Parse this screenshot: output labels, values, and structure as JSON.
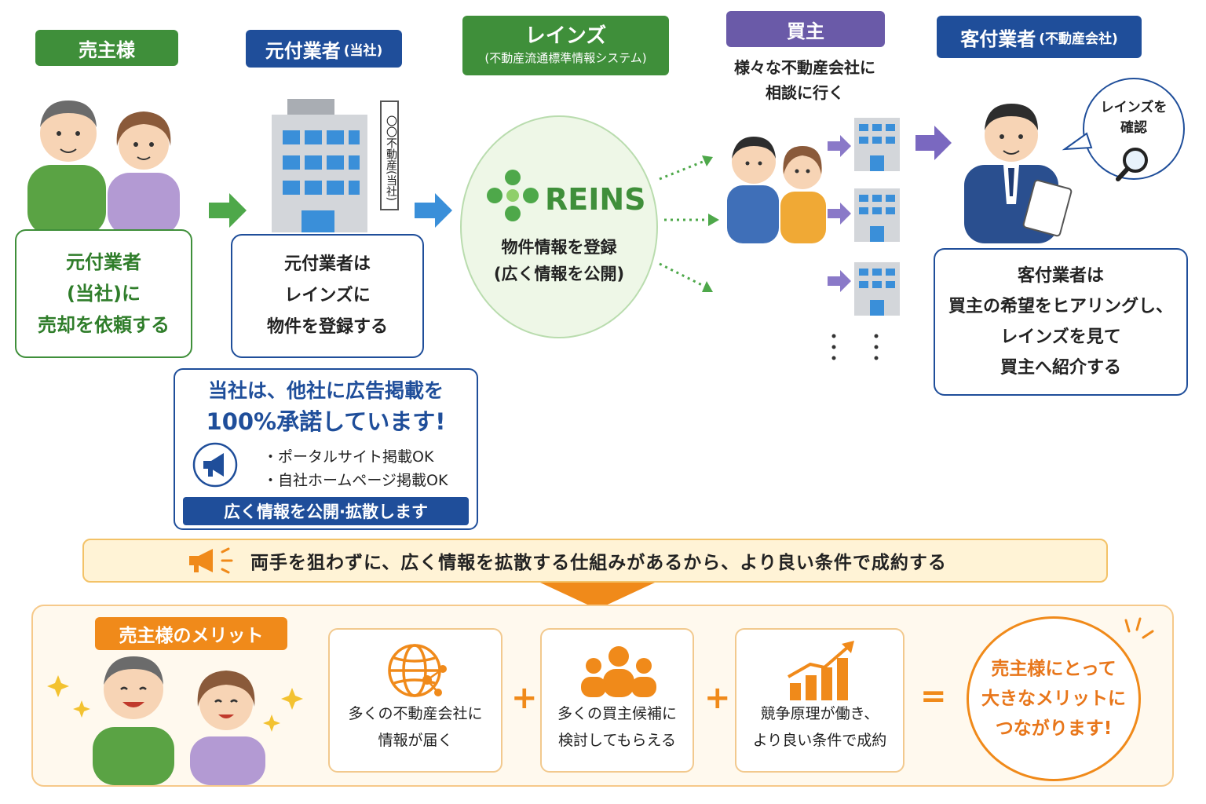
{
  "labels": {
    "seller": "売主様",
    "agent_main": "元付業者",
    "agent_main_sub": "(当社)",
    "reins": "レインズ",
    "reins_sub": "(不動産流通標準情報システム)",
    "buyer": "買主",
    "agent_buyer": "客付業者",
    "agent_buyer_sub": "(不動産会社)"
  },
  "buyer_caption": [
    "様々な不動産会社に",
    "相談に行く"
  ],
  "building_sign": "〇〇不動産(当社)",
  "reins_logo": "REINS",
  "boxes": {
    "seller": [
      "元付業者",
      "(当社)に",
      "売却を依頼する"
    ],
    "agent_main": [
      "元付業者は",
      "レインズに",
      "物件を登録する"
    ],
    "reins": [
      "物件情報を登録",
      "(広く情報を公開)"
    ],
    "agent_buyer": [
      "客付業者は",
      "買主の希望をヒアリングし、",
      "レインズを見て",
      "買主へ紹介する"
    ]
  },
  "speech_bubble": [
    "レインズを",
    "確認"
  ],
  "ad_box": {
    "title_line1": "当社は、他社に広告掲載を",
    "title_line2": "100%承諾しています!",
    "items": [
      "・ポータルサイト掲載OK",
      "・自社ホームページ掲載OK"
    ],
    "footer": "広く情報を公開·拡散します"
  },
  "banner_text": "両手を狙わずに、広く情報を拡散する仕組みがあるから、より良い条件で成約する",
  "merit": {
    "title": "売主様のメリット",
    "cards": [
      {
        "icon": "globe-network-icon",
        "lines": [
          "多くの不動産会社に",
          "情報が届く"
        ]
      },
      {
        "icon": "people-group-icon",
        "lines": [
          "多くの買主候補に",
          "検討してもらえる"
        ]
      },
      {
        "icon": "rising-chart-icon",
        "lines": [
          "競争原理が働き、",
          "より良い条件で成約"
        ]
      }
    ],
    "plus": "+",
    "equals": "=",
    "result": [
      "売主様にとって",
      "大きなメリットに",
      "つながります!"
    ]
  },
  "colors": {
    "green": "#3f8f3a",
    "navy": "#1f4e9a",
    "purple": "#6a5aa8",
    "orange": "#f08a1a"
  }
}
